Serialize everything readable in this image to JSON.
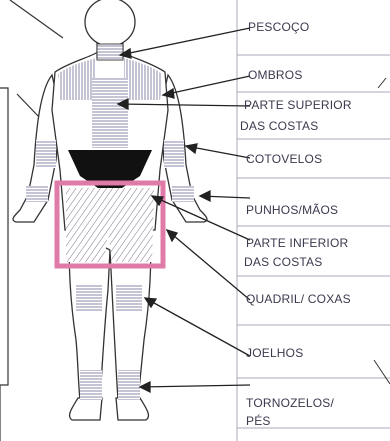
{
  "labels": [
    {
      "id": "pescoco",
      "text": "PESCOÇO"
    },
    {
      "id": "ombros",
      "text": "OMBROS"
    },
    {
      "id": "costas_sup_1",
      "text": "PARTE SUPERIOR"
    },
    {
      "id": "costas_sup_2",
      "text": "DAS COSTAS"
    },
    {
      "id": "cotovelos",
      "text": "COTOVELOS"
    },
    {
      "id": "punhos",
      "text": "PUNHOS/MÃOS"
    },
    {
      "id": "costas_inf_1",
      "text": "PARTE  INFERIOR"
    },
    {
      "id": "costas_inf_2",
      "text": "DAS COSTAS"
    },
    {
      "id": "quadril",
      "text": "QUADRIL/ COXAS"
    },
    {
      "id": "joelhos",
      "text": "JOELHOS"
    },
    {
      "id": "tornozelos_1",
      "text": "TORNOZELOS/"
    },
    {
      "id": "tornozelos_2",
      "text": "PÉS"
    }
  ],
  "colors": {
    "highlight_box": "#e07aa8",
    "dark_region": "#111111",
    "ink": "#3a3a4e",
    "grid": "#a9a9b9"
  }
}
